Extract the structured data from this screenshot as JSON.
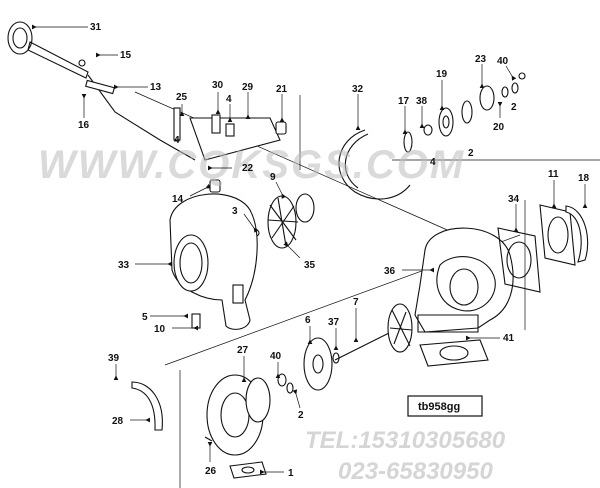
{
  "watermark": {
    "site": "WWW.CQKSGS.COM",
    "tel": "TEL:15310305680",
    "phone2": "023-65830950"
  },
  "figure_tag": "tb958gg",
  "callouts": [
    {
      "id": "c31",
      "label": "31"
    },
    {
      "id": "c15",
      "label": "15"
    },
    {
      "id": "c13",
      "label": "13"
    },
    {
      "id": "c16",
      "label": "16"
    },
    {
      "id": "c25",
      "label": "25"
    },
    {
      "id": "c30",
      "label": "30"
    },
    {
      "id": "c4a",
      "label": "4"
    },
    {
      "id": "c29",
      "label": "29"
    },
    {
      "id": "c21",
      "label": "21"
    },
    {
      "id": "c32",
      "label": "32"
    },
    {
      "id": "c17",
      "label": "17"
    },
    {
      "id": "c38",
      "label": "38"
    },
    {
      "id": "c19",
      "label": "19"
    },
    {
      "id": "c23",
      "label": "23"
    },
    {
      "id": "c40a",
      "label": "40"
    },
    {
      "id": "c2a",
      "label": "2"
    },
    {
      "id": "c20",
      "label": "20"
    },
    {
      "id": "c4b",
      "label": "4"
    },
    {
      "id": "c4c",
      "label": "4"
    },
    {
      "id": "c2b",
      "label": "2"
    },
    {
      "id": "c22",
      "label": "22"
    },
    {
      "id": "c14",
      "label": "14"
    },
    {
      "id": "c9",
      "label": "9"
    },
    {
      "id": "c3",
      "label": "3"
    },
    {
      "id": "c35",
      "label": "35"
    },
    {
      "id": "c11",
      "label": "11"
    },
    {
      "id": "c18",
      "label": "18"
    },
    {
      "id": "c34",
      "label": "34"
    },
    {
      "id": "c33",
      "label": "33"
    },
    {
      "id": "c36",
      "label": "36"
    },
    {
      "id": "c7",
      "label": "7"
    },
    {
      "id": "c5",
      "label": "5"
    },
    {
      "id": "c10",
      "label": "10"
    },
    {
      "id": "c6",
      "label": "6"
    },
    {
      "id": "c37",
      "label": "37"
    },
    {
      "id": "c41",
      "label": "41"
    },
    {
      "id": "c39",
      "label": "39"
    },
    {
      "id": "c27",
      "label": "27"
    },
    {
      "id": "c40b",
      "label": "40"
    },
    {
      "id": "c28",
      "label": "28"
    },
    {
      "id": "c2c",
      "label": "2"
    },
    {
      "id": "c26",
      "label": "26"
    },
    {
      "id": "c1",
      "label": "1"
    }
  ]
}
